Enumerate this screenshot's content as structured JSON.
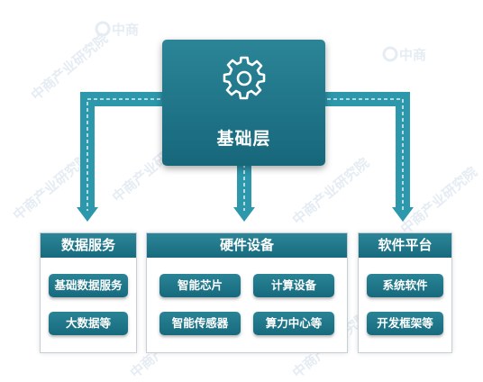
{
  "watermark": {
    "text": "中商产业研究院",
    "logo_text": "中商",
    "color": "#e5ecf3"
  },
  "diagram": {
    "center": {
      "label": "基础层",
      "icon": "gear-icon"
    },
    "sections": [
      {
        "title": "数据服务",
        "items": [
          "基础数据服务",
          "大数据等"
        ]
      },
      {
        "title": "硬件设备",
        "items": [
          "智能芯片",
          "计算设备",
          "智能传感器",
          "算力中心等"
        ]
      },
      {
        "title": "软件平台",
        "items": [
          "系统软件",
          "开发框架等"
        ]
      }
    ]
  },
  "colors": {
    "teal": "#1e7a8d",
    "connector": "#2d97ac"
  }
}
